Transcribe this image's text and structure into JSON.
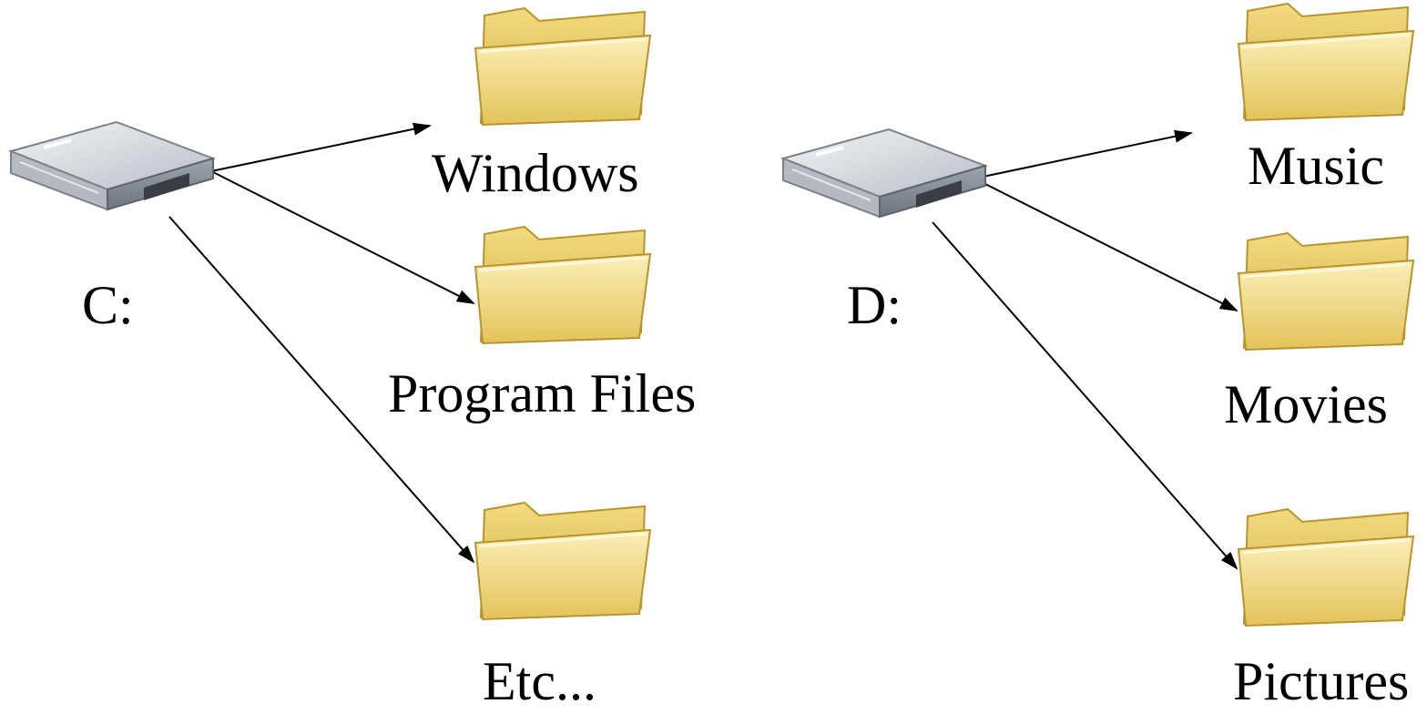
{
  "drives": [
    {
      "label": "C:",
      "icon": "hard-drive-icon",
      "folders": [
        {
          "label": "Windows",
          "icon": "folder-icon"
        },
        {
          "label": "Program Files",
          "icon": "folder-icon"
        },
        {
          "label": "Etc...",
          "icon": "folder-icon"
        }
      ]
    },
    {
      "label": "D:",
      "icon": "hard-drive-icon",
      "folders": [
        {
          "label": "Music",
          "icon": "folder-icon"
        },
        {
          "label": "Movies",
          "icon": "folder-icon"
        },
        {
          "label": "Pictures",
          "icon": "folder-icon"
        }
      ]
    }
  ],
  "colors": {
    "folder_light": "#F7E6A0",
    "folder_dark": "#D9B84A",
    "drive_body": "#C9CDD3",
    "arrow": "#000000"
  }
}
